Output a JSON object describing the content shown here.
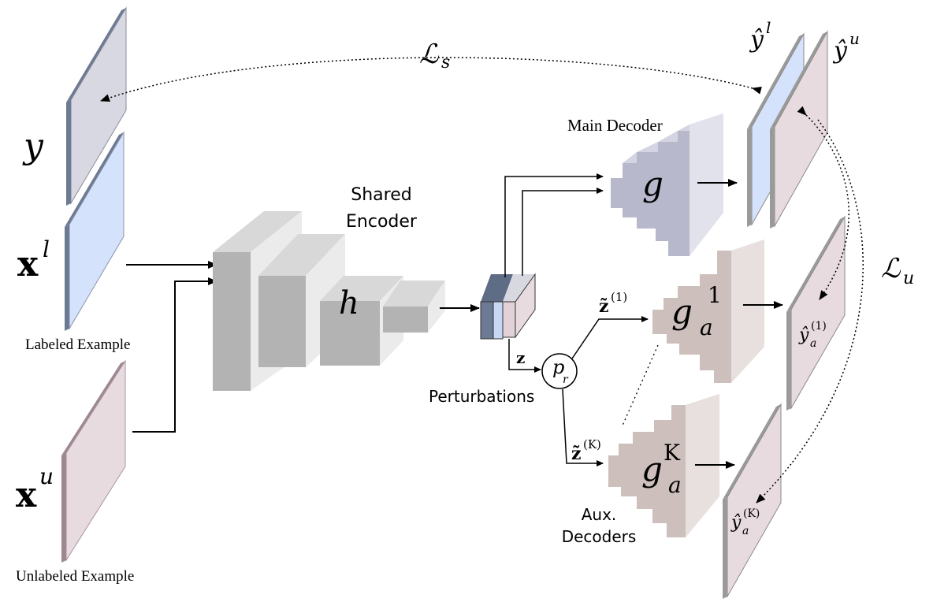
{
  "labels": {
    "y": "y",
    "x": "x",
    "x_l_sup": "l",
    "x_u_sup": "u",
    "labeled_example": "Labeled Example",
    "unlabeled_example": "Unlabeled Example",
    "shared_encoder_line1": "Shared",
    "shared_encoder_line2": "Encoder",
    "h": "h",
    "z": "z",
    "p": "p",
    "p_sub": "r",
    "perturbations": "Perturbations",
    "main_decoder": "Main Decoder",
    "g": "g",
    "g_a": "g",
    "g_a_sub": "a",
    "g_a1_sup": "1",
    "g_aK_sup": "K",
    "aux_decoders_line1": "Aux.",
    "aux_decoders_line2": "Decoders",
    "z1_tilde": "z̃",
    "z1_sup": "(1)",
    "zK_tilde": "z̃",
    "zK_sup": "(K)",
    "L": "ℒ",
    "L_s_sub": "s",
    "L_u_sub": "u",
    "yhat": "ŷ",
    "yhat_l_sup": "l",
    "yhat_u_sup": "u",
    "yhat_a": "ŷ",
    "yhat_a_sub": "a",
    "yhat_a1_sup": "(1)",
    "yhat_aK_sup": "(K)"
  },
  "colors": {
    "label_map": "#d8d8e2",
    "label_map_edge": "#6d7a93",
    "labeled_image": "#d4e2fb",
    "labeled_image_edge": "#6d7a93",
    "unlabeled_image": "#e8dbe0",
    "unlabeled_image_edge": "#9c8793",
    "encoder_front": "#b3b3b3",
    "encoder_top": "#d8d8d8",
    "encoder_side": "#ebebeb",
    "main_decoder_front": "#b8b8cc",
    "main_decoder_top": "#d4d4e2",
    "main_decoder_side": "#e2e2ec",
    "aux_decoder_front": "#cdbfbb",
    "aux_decoder_top": "#ddd2cf",
    "aux_decoder_side": "#e8e0de",
    "output_edge": "#9a9a9a",
    "arrow": "#000000"
  }
}
